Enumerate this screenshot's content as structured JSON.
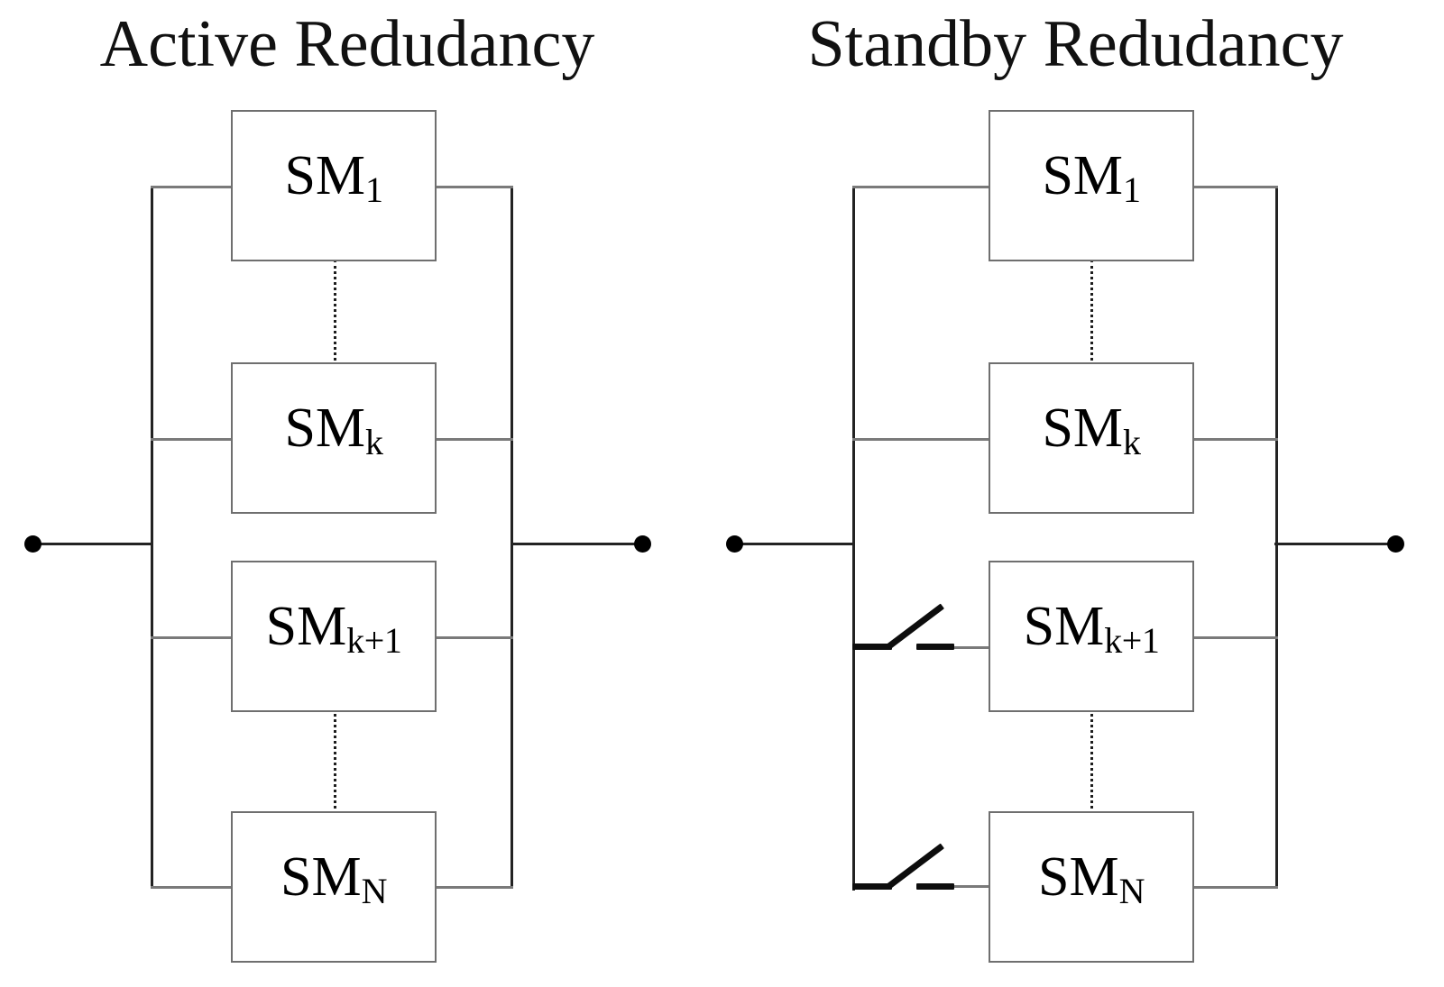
{
  "page": {
    "background_color": "#ffffff",
    "line_color": "#7a7a7a",
    "box_border_color": "#6f6f6f",
    "switch_color": "#0d0d0d",
    "terminal_color": "#000000"
  },
  "diagrams": [
    {
      "id": "active-redundancy",
      "title": "Active Redudancy",
      "has_switches": false,
      "modules": [
        {
          "base": "SM",
          "subscript": "1"
        },
        {
          "base": "SM",
          "subscript": "k"
        },
        {
          "base": "SM",
          "subscript": "k+1"
        },
        {
          "base": "SM",
          "subscript": "N"
        }
      ],
      "terminals": {
        "left": "input-terminal",
        "right": "output-terminal"
      }
    },
    {
      "id": "standby-redundancy",
      "title": "Standby Redudancy",
      "has_switches": true,
      "modules": [
        {
          "base": "SM",
          "subscript": "1"
        },
        {
          "base": "SM",
          "subscript": "k"
        },
        {
          "base": "SM",
          "subscript": "k+1"
        },
        {
          "base": "SM",
          "subscript": "N"
        }
      ],
      "switches": [
        {
          "for_module": "SM",
          "for_subscript": "k+1",
          "state": "open"
        },
        {
          "for_module": "SM",
          "for_subscript": "N",
          "state": "open"
        }
      ],
      "terminals": {
        "left": "input-terminal",
        "right": "output-terminal"
      }
    }
  ]
}
